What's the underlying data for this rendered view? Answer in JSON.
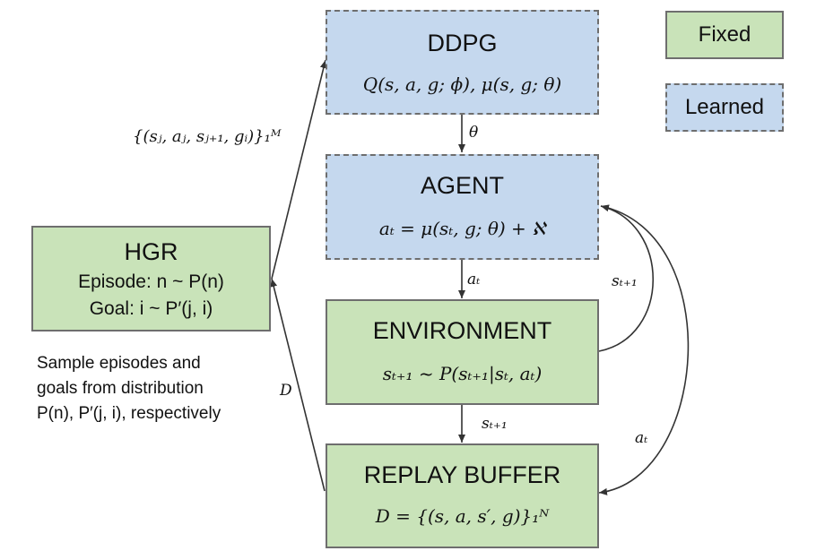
{
  "legend": {
    "fixed_label": "Fixed",
    "learned_label": "Learned"
  },
  "boxes": {
    "ddpg": {
      "title": "DDPG",
      "formula": "Q(s, a, g; ϕ), μ(s, g; θ)",
      "style": "learned"
    },
    "agent": {
      "title": "AGENT",
      "formula": "aₜ = μ(sₜ, g; θ) + ℵ",
      "style": "learned"
    },
    "environment": {
      "title": "ENVIRONMENT",
      "formula": "sₜ₊₁ ~ P(sₜ₊₁|sₜ, aₜ)",
      "style": "fixed"
    },
    "replay_buffer": {
      "title": "REPLAY BUFFER",
      "formula": "D = {(s, a, s′, g)}₁ᴺ",
      "style": "fixed"
    },
    "hgr": {
      "title": "HGR",
      "line1": "Episode: n ~ P(n)",
      "line2": "Goal: i ~ P′(j, i)",
      "style": "fixed"
    }
  },
  "edge_labels": {
    "ddpg_to_agent": "θ",
    "agent_to_env": "aₜ",
    "env_to_buffer": "sₜ₊₁",
    "env_to_agent": "sₜ₊₁",
    "agent_to_buffer": "aₜ",
    "buffer_to_hgr": "D",
    "hgr_to_ddpg": "{(sⱼ, aⱼ, sⱼ₊₁, gᵢ)}₁ᴹ"
  },
  "annotation": {
    "text": "Sample episodes and\ngoals from distribution\nP(n), P′(j, i), respectively"
  }
}
